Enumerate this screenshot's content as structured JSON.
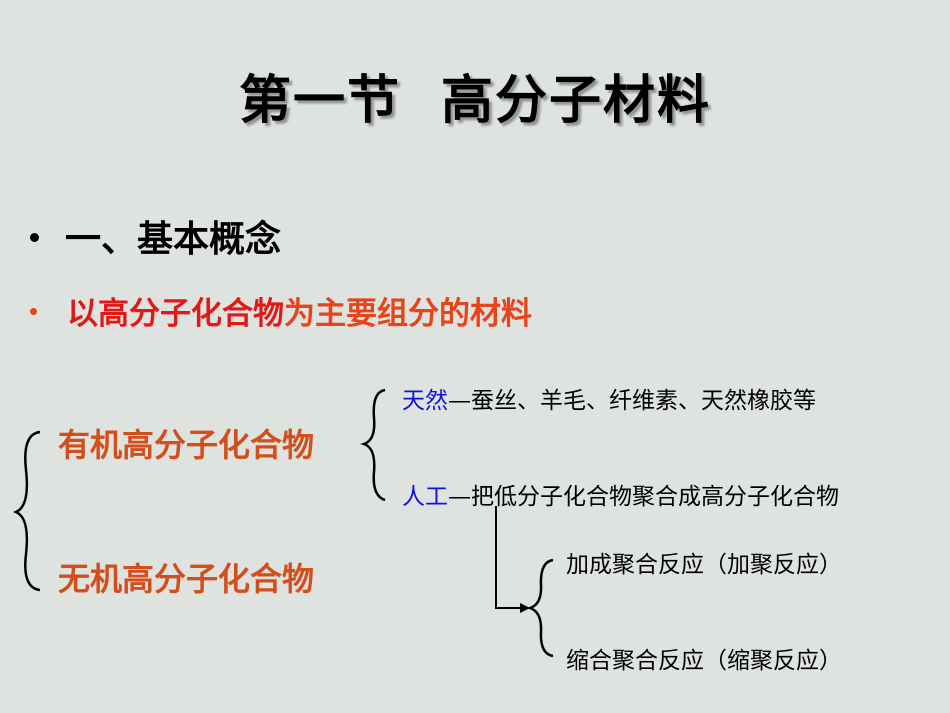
{
  "title": {
    "part1": "第一节",
    "part2": "高分子材料"
  },
  "section": {
    "heading": "一、基本概念",
    "definition_highlight": "以高分子化合物",
    "definition_rest": "为主要组分的材料"
  },
  "categories": {
    "organic": "有机高分子化合物",
    "inorganic": "无机高分子化合物"
  },
  "organic_types": {
    "natural_label": "天然",
    "natural_text": "—蚕丝、羊毛、纤维素、天然橡胶等",
    "artificial_label": "人工",
    "artificial_text": "—把低分子化合物聚合成高分子化合物"
  },
  "reactions": {
    "addition": "加成聚合反应（加聚反应）",
    "condensation": "缩合聚合反应（缩聚反应）"
  }
}
